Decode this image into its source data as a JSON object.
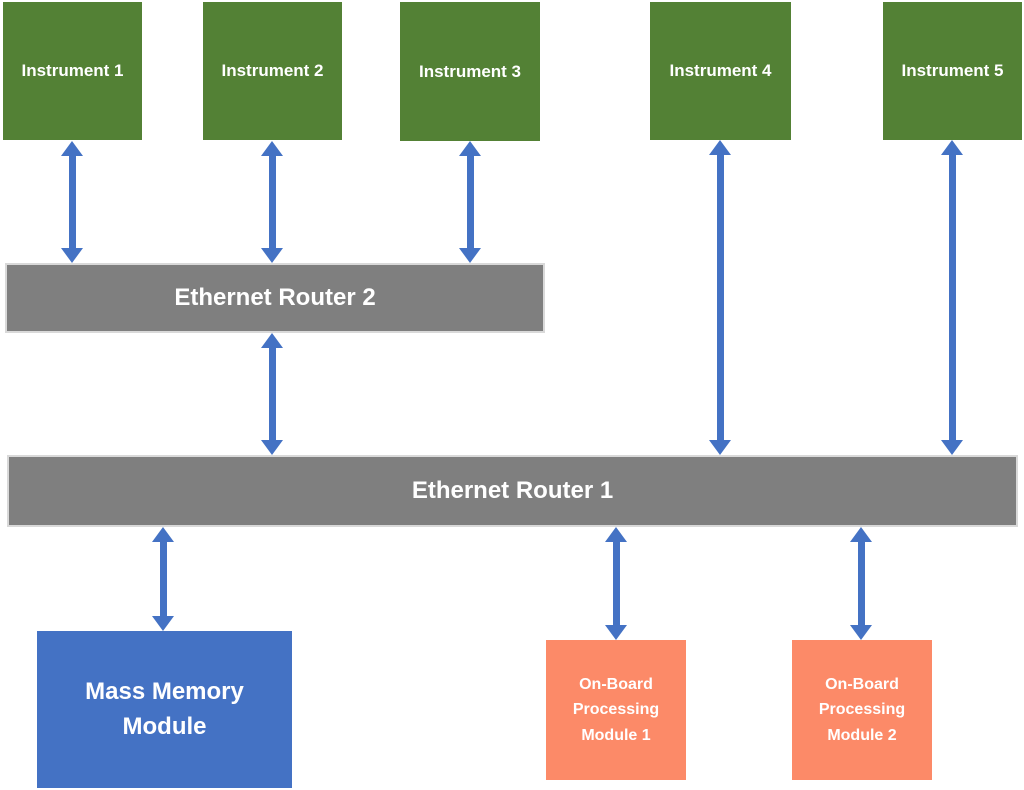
{
  "colors": {
    "background": "#FFFFFF",
    "instrument_fill": "#538135",
    "router_fill": "#7F7F7F",
    "memory_fill": "#4472C4",
    "processing_fill": "#FC8A68",
    "arrow": "#4472C4",
    "label_text": "#FFFFFF"
  },
  "diagram": {
    "instruments": [
      {
        "label": "Instrument 1"
      },
      {
        "label": "Instrument 2"
      },
      {
        "label": "Instrument 3"
      },
      {
        "label": "Instrument 4"
      },
      {
        "label": "Instrument 5"
      }
    ],
    "router2": {
      "label": "Ethernet Router 2"
    },
    "router1": {
      "label": "Ethernet Router 1"
    },
    "memory": {
      "label": "Mass Memory Module"
    },
    "processing": [
      {
        "label": "On-Board Processing Module 1"
      },
      {
        "label": "On-Board Processing Module 2"
      }
    ]
  }
}
